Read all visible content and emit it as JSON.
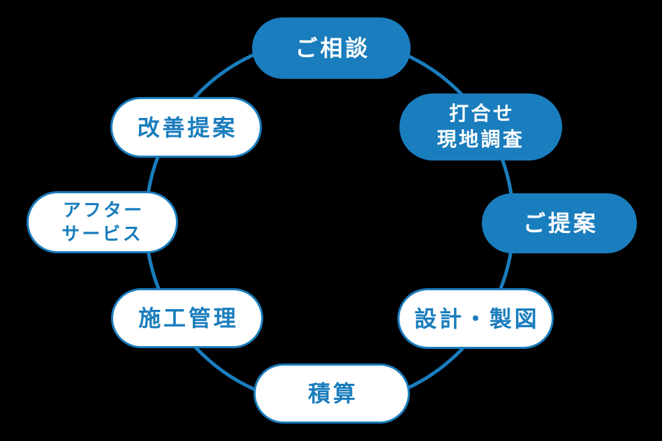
{
  "diagram": {
    "type": "cycle",
    "background_color": "#000000",
    "accent_color": "#1a7dbd",
    "filled_node_text_color": "#ffffff",
    "outline_node_fill_color": "#ffffff",
    "nodes": [
      {
        "id": "consultation",
        "label": "ご相談",
        "style": "filled"
      },
      {
        "id": "meeting-site-survey",
        "label": "打合せ\n現地調査",
        "style": "filled"
      },
      {
        "id": "proposal",
        "label": "ご提案",
        "style": "filled"
      },
      {
        "id": "design-drafting",
        "label": "設計・製図",
        "style": "outline"
      },
      {
        "id": "estimation",
        "label": "積算",
        "style": "outline"
      },
      {
        "id": "construction-management",
        "label": "施工管理",
        "style": "outline"
      },
      {
        "id": "after-service",
        "label": "アフター\nサービス",
        "style": "outline"
      },
      {
        "id": "improvement-proposal",
        "label": "改善提案",
        "style": "outline"
      }
    ]
  }
}
